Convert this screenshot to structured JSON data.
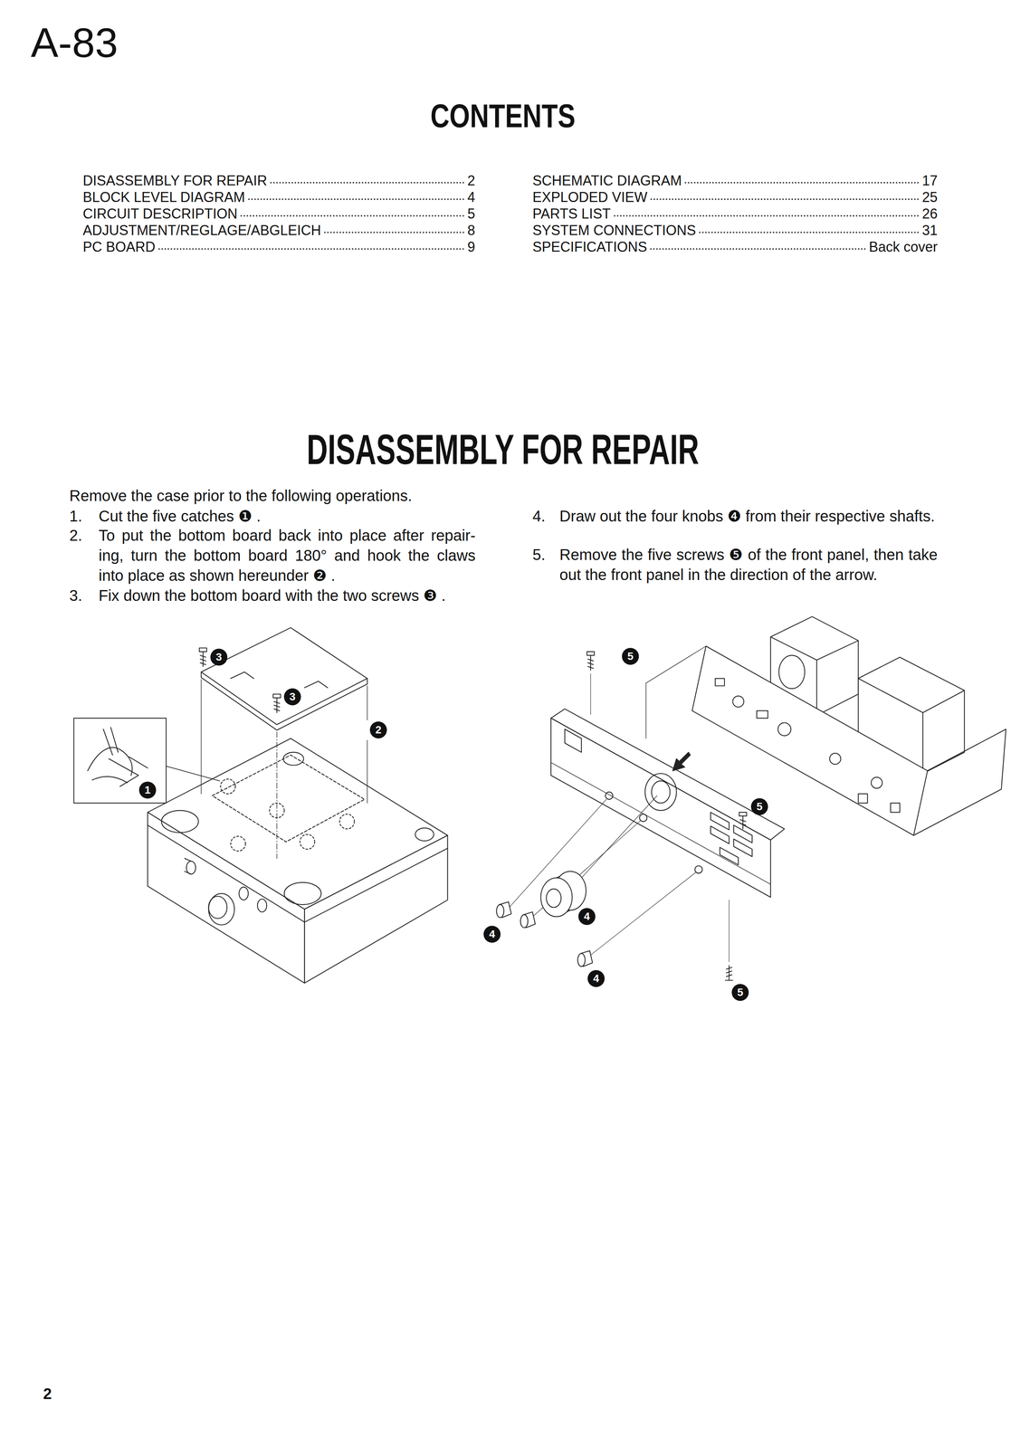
{
  "diagram": {
    "title": "A-83",
    "nodes": [
      {
        "text": [
          "3"
        ]
      },
      {
        "text": [
          "3"
        ]
      },
      {
        "text": [
          "2"
        ]
      },
      {
        "text": [
          "1"
        ]
      },
      {
        "text": [
          "5"
        ]
      },
      {
        "text": [
          "5"
        ]
      },
      {
        "text": [
          "4"
        ]
      },
      {
        "text": [
          "4"
        ]
      },
      {
        "text": [
          "4"
        ]
      },
      {
        "text": [
          "5"
        ]
      }
    ],
    "labels": [
      "CONTENTS",
      "DISASSEMBLY FOR REPAIR",
      "2",
      "BLOCK LEVEL DIAGRAM",
      "4",
      "CIRCUIT DESCRIPTION",
      "5",
      "ADJUSTMENT/REGLAGE/ABGLEICH",
      "8",
      "PC BOARD",
      "9",
      "SCHEMATIC DIAGRAM",
      "17",
      "EXPLODED VIEW",
      "25",
      "PARTS LIST",
      "26",
      "SYSTEM CONNECTIONS",
      "31",
      "SPECIFICATIONS",
      "Back cover",
      "DISASSEMBLY FOR REPAIR",
      "Remove the case prior to the following operations.",
      "1.",
      "Cut the five catches ❶ .",
      "2.",
      "To put the bottom board back into place after repair- ing, turn the bottom board 180° and hook the claws into place as shown hereunder ❷ .",
      "3.",
      "Fix down the bottom board with the two screws ❸ .",
      "4.",
      "Draw out the four knobs ❹ from their respective shafts.",
      "5.",
      "Remove the five screws ❺ of the front panel, then take out the front panel in the direction of the arrow.",
      "2"
    ]
  }
}
